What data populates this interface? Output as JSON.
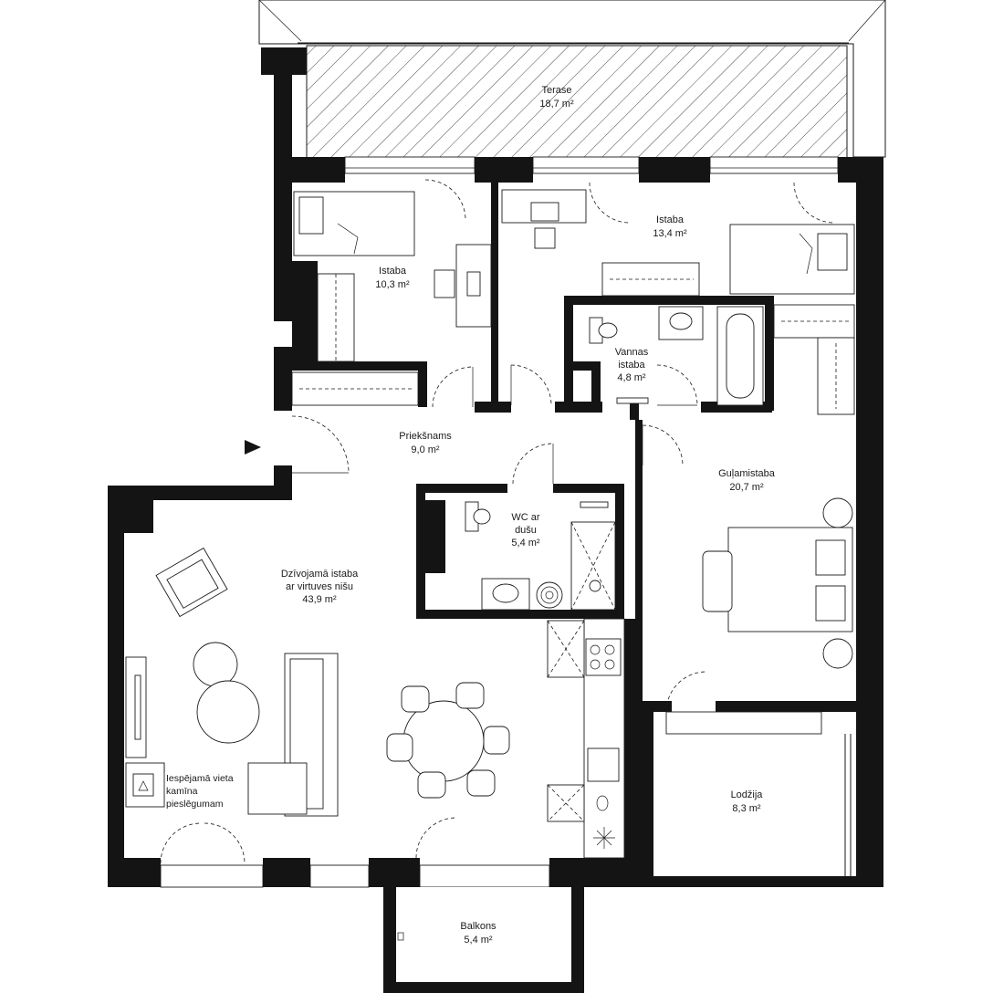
{
  "rooms": {
    "terrace": {
      "name": "Terase",
      "area": "18,7 m²"
    },
    "bedroom_small": {
      "name": "Istaba",
      "area": "10,3 m²"
    },
    "bedroom_mid": {
      "name": "Istaba",
      "area": "13,4 m²"
    },
    "bathroom": {
      "line1": "Vannas",
      "line2": "istaba",
      "area": "4,8 m²"
    },
    "hallway": {
      "name": "Priekšnams",
      "area": "9,0 m²"
    },
    "master": {
      "name": "Guļamistaba",
      "area": "20,7 m²"
    },
    "wc": {
      "line1": "WC ar",
      "line2": "dušu",
      "area": "5,4 m²"
    },
    "living": {
      "line1": "Dzīvojamā istaba",
      "line2": "ar virtuves nišu",
      "area": "43,9 m²"
    },
    "loggia": {
      "name": "Lodžija",
      "area": "8,3 m²"
    },
    "balcony": {
      "name": "Balkons",
      "area": "5,4 m²"
    }
  },
  "note": {
    "line1": "Iespējamā vieta",
    "line2": "kamīna",
    "line3": "pieslēgumam"
  },
  "icons": {
    "entrance": "entrance-arrow-icon",
    "fireplace": "fireplace-icon"
  },
  "colors": {
    "wall": "#141414",
    "line": "#1a1a1a",
    "background": "#ffffff"
  }
}
